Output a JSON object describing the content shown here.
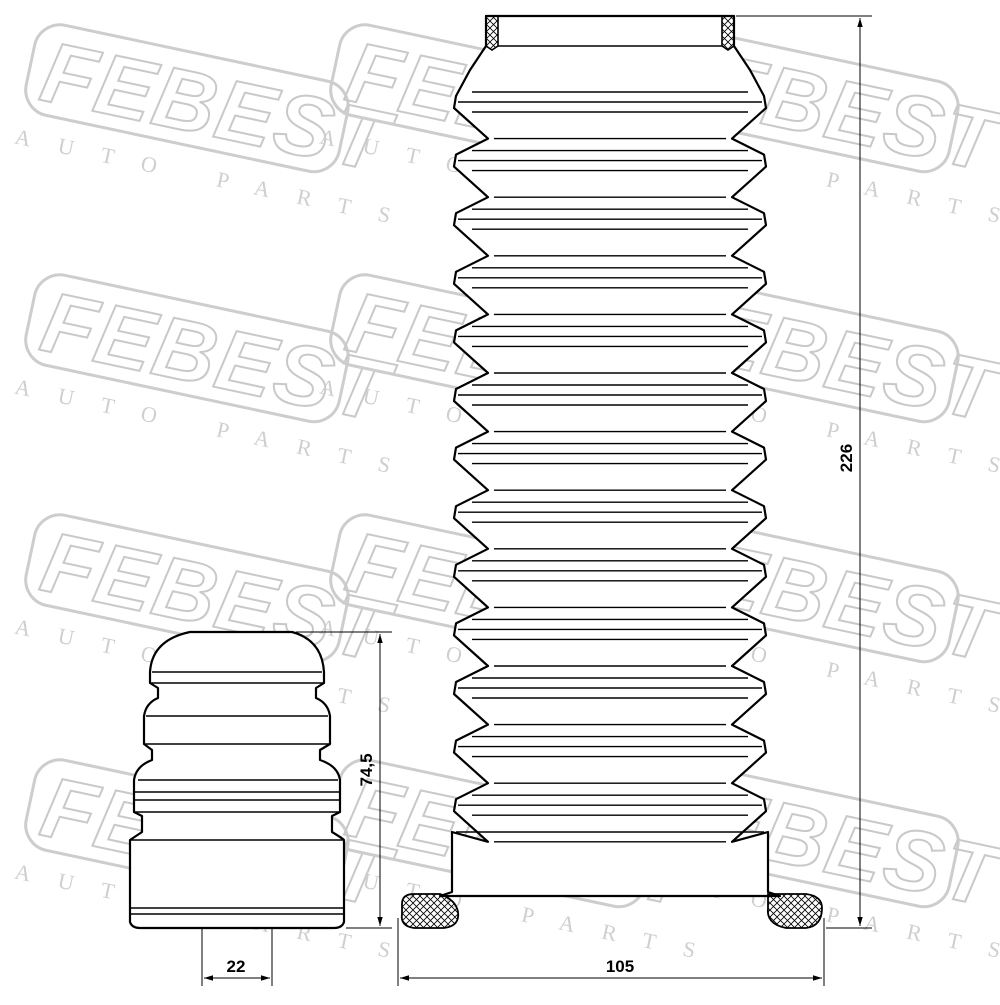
{
  "watermark": {
    "brand": "FEBEST",
    "tagline": "AUTO PARTS"
  },
  "dimensions": {
    "bellows_height": "226",
    "bellows_width": "105",
    "bumper_height": "74,5",
    "bumper_bore": "22"
  }
}
